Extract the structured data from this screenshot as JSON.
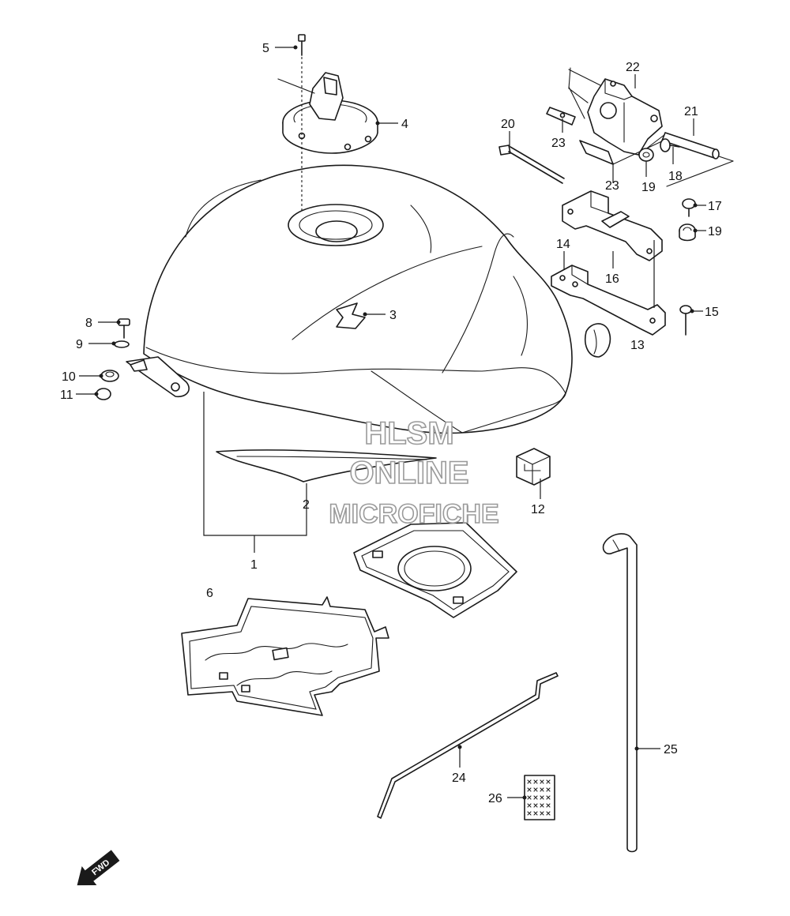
{
  "watermark": {
    "line1": "HLSM",
    "line2": "ONLINE",
    "line3": "MICROFICHE"
  },
  "direction_badge": {
    "label": "FWD",
    "icon": "forward-arrow-icon"
  },
  "callouts": {
    "c1": "1",
    "c2": "2",
    "c3": "3",
    "c4": "4",
    "c5": "5",
    "c6": "6",
    "c8": "8",
    "c9": "9",
    "c10": "10",
    "c11": "11",
    "c12": "12",
    "c13": "13",
    "c14": "14",
    "c15": "15",
    "c16": "16",
    "c17": "17",
    "c18": "18",
    "c19a": "19",
    "c19b": "19",
    "c20": "20",
    "c21": "21",
    "c22": "22",
    "c23a": "23",
    "c23b": "23",
    "c24": "24",
    "c25": "25",
    "c26": "26"
  }
}
